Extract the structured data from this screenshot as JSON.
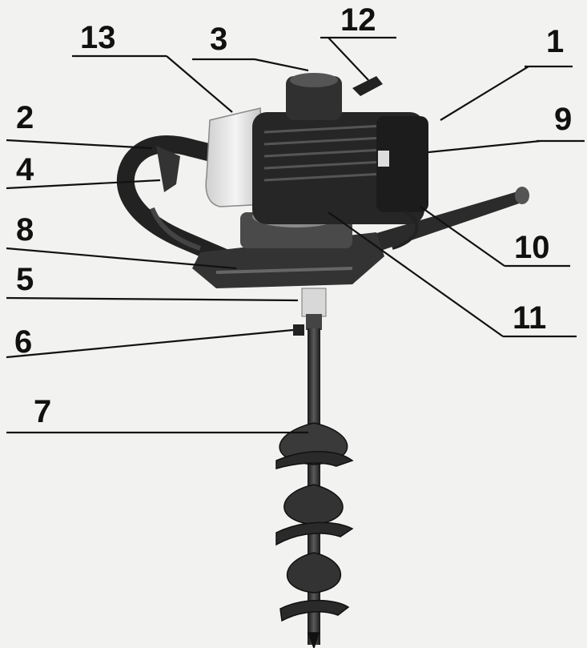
{
  "diagram": {
    "callouts": [
      {
        "id": "1",
        "label": "1"
      },
      {
        "id": "2",
        "label": "2"
      },
      {
        "id": "3",
        "label": "3"
      },
      {
        "id": "4",
        "label": "4"
      },
      {
        "id": "5",
        "label": "5"
      },
      {
        "id": "6",
        "label": "6"
      },
      {
        "id": "7",
        "label": "7"
      },
      {
        "id": "8",
        "label": "8"
      },
      {
        "id": "9",
        "label": "9"
      },
      {
        "id": "10",
        "label": "10"
      },
      {
        "id": "11",
        "label": "11"
      },
      {
        "id": "12",
        "label": "12"
      },
      {
        "id": "13",
        "label": "13"
      }
    ],
    "colors": {
      "background": "#f2f2f0",
      "ink": "#111111",
      "metal": "#3a3a3a",
      "tank": "#e6e6e6"
    },
    "icons": [
      "earth-auger-illustration"
    ]
  }
}
